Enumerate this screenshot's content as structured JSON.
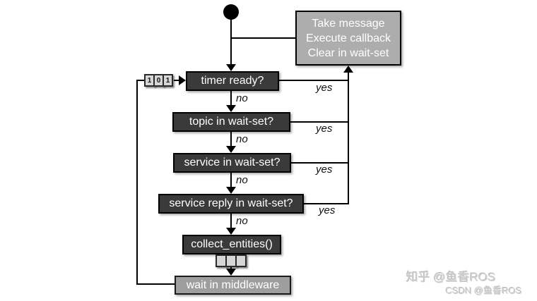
{
  "diagram": {
    "title_hint": "ROS 2 executor wait-set flowchart",
    "nodes": {
      "take_message": {
        "lines": [
          "Take message",
          "Execute callback",
          "Clear in wait-set"
        ]
      },
      "timer": {
        "label": "timer ready?"
      },
      "topic": {
        "label": "topic in wait-set?"
      },
      "service": {
        "label": "service in wait-set?"
      },
      "service_reply": {
        "label": "service reply in wait-set?"
      },
      "collect": {
        "label": "collect_entities()"
      },
      "wait": {
        "label": "wait in middleware"
      }
    },
    "wait_set_bits": [
      "1",
      "0",
      "1"
    ],
    "edge_labels": {
      "yes": "yes",
      "no": "no"
    },
    "colors": {
      "bg": "#ffffff",
      "dark_box": "#3a3a3a",
      "gray_box": "#adadad",
      "wait_box": "#9e9e9e",
      "cell_fill": "#d6d6d6",
      "line": "#000000"
    }
  },
  "watermark": {
    "zhihu": "知乎 @鱼香ROS",
    "csdn": "CSDN @鱼香ROS"
  }
}
